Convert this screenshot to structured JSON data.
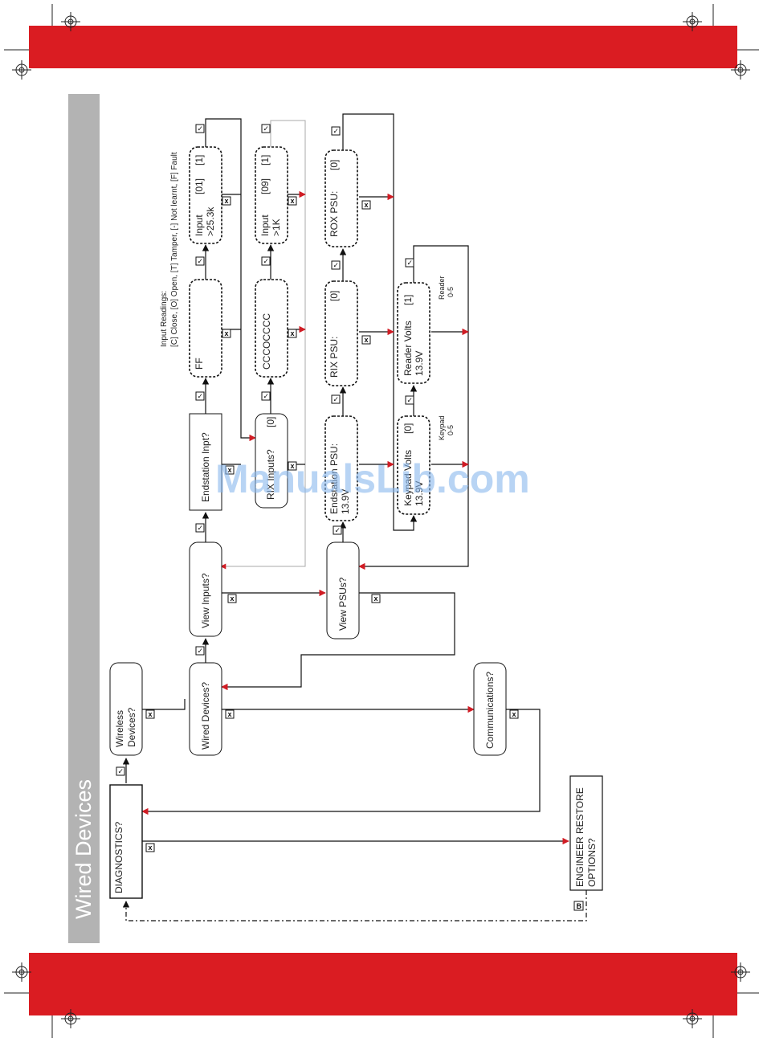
{
  "sidebar": {
    "title": "Wired Devices"
  },
  "legend": {
    "line1": "Input Readings:",
    "line2": "[C] Close, [O] Open, [T] Tamper, [-] Not learnt, [F] Fault"
  },
  "nodes": {
    "diagnostics": "DIAGNOSTICS?",
    "engineer_line1": "ENGINEER RESTORE",
    "engineer_line2": "OPTIONS?",
    "wireless_line1": "Wireless",
    "wireless_line2": "Devices?",
    "wired": "Wired Devices?",
    "communications": "Communications?",
    "view_inputs": "View Inputs?",
    "view_psus": "View PSUs?",
    "endstation_inpt": "Endstation Inpt?",
    "rix_inputs_label": "RIX Inputs?",
    "rix_inputs_value": "[0]",
    "ff": "FF",
    "cccocccc": "CCCOCCCC",
    "input1_label": "Input",
    "input1_index": "[01]",
    "input1_value": "[1]",
    "input1_reading": ">25.3k",
    "input2_label": "Input",
    "input2_index": "[09]",
    "input2_value": "[1]",
    "input2_reading": ">1K",
    "endstation_psu_label": "Endstation PSU:",
    "endstation_psu_value": "13.9V",
    "rix_psu_label": "RIX PSU:",
    "rix_psu_value": "[0]",
    "rox_psu_label": "ROX PSU:",
    "rox_psu_value": "[0]",
    "keypad_volts_label": "Keypad Volts",
    "keypad_volts_index": "[0]",
    "keypad_volts_value": "13.9V",
    "reader_volts_label": "Reader Volts",
    "reader_volts_index": "[1]",
    "reader_volts_value": "13.9V"
  },
  "notes": {
    "keypad_line1": "Keypad",
    "keypad_line2": "0-5",
    "reader_line1": "Reader",
    "reader_line2": "0-5"
  },
  "keys": {
    "tick": "✓",
    "cross": "x",
    "back": "B"
  },
  "watermark": "ManualsLib.com",
  "colors": {
    "band": "#da1c22",
    "sidebar": "#b3b3b3",
    "arrow_red": "#d01c24"
  }
}
